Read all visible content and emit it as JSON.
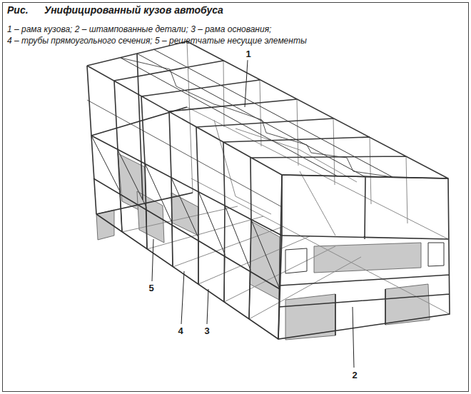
{
  "diagram": {
    "title": "Унифицированный кузов автобуса",
    "labels": [
      "Рис.",
      "1 – рама кузова; 2 – штампованные детали; 3 – рама основания;",
      "4 – трубы прямоугольного сечения; 5 – решетчатые несущие элементы",
      "1",
      "5",
      "4",
      "3",
      "2"
    ]
  }
}
